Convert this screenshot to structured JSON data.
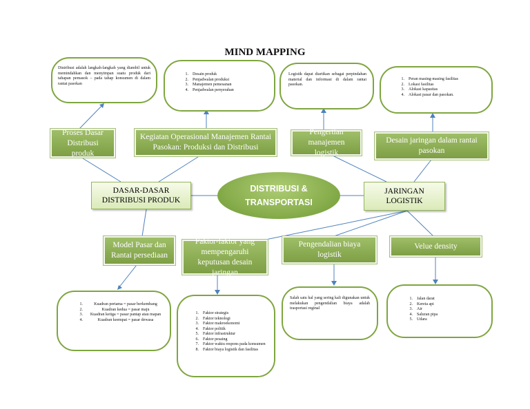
{
  "title": "MIND MAPPING",
  "center": {
    "line1": "DISTRIBUSI &",
    "line2": "TRANSPORTASI"
  },
  "categories": {
    "left": "DASAR-DASAR DISTRIBUSI PRODUK",
    "right": "JARINGAN LOGISTIK"
  },
  "branches": {
    "proses": "Proses Dasar Distribusi produk",
    "kegiatan": "Kegiatan Operasional Manajemen Rantai Pasokan: Produksi dan Distribusi",
    "pengertian": "Pengertian manajemen logistik",
    "desain": "Desain jaringan dalam rantai pasokan",
    "model": "Model Pasar dan Rantai persediaan",
    "faktor": "Faktor-faktor yang mempengaruhi keputusan desain jaringan",
    "pengendalian": "Pengendalian biaya logistik",
    "velue": "Velue density"
  },
  "notes": {
    "proses": "Distribusi adalah langkah-langkah yang diambil untuk memindahkan dan menyimpan suatu produk dari tahapan pemasok – pada tahap konsumen di dalam rantai pasokan",
    "kegiatan": [
      "Desain produk",
      "Penjadwalan produksi",
      "Manajemen pemesanan",
      "Penjadwalan penyerahan"
    ],
    "pengertian": "Logistik dapat diartikan sebagai perpindahan material dan informasi di dalam rantai pasokan.",
    "desain": [
      "Peran masing-masing fasilitas",
      "Lokasi fasilitas",
      "Alokasi kapasitas",
      "Alokasi pasar dan pasokan."
    ],
    "model": [
      "Kuadran pertama = pasar berkembang",
      "Kuadran kedua = pasar maju",
      "Kuadran ketiga = pasar pantap atau mapan",
      "Kuadran keempat = pasar dewasa"
    ],
    "faktor": [
      "Faktor strategis",
      "Faktor teknologi",
      "Faktor makroekonomi",
      "Faktor politik",
      "Faktor infrastruktur",
      "Faktor pesaing",
      "Faktor waktu respons pada konsumen",
      "Faktor biaya logistik dan fasilitas"
    ],
    "pengendalian": "Salah satu hal yang sering kali digunakan untuk melakukan pengendalian biaya adalah trasportasi reginal",
    "velue": [
      "Jalan darat",
      "Kereta api",
      "Air",
      "Saluran pipa",
      "Udara"
    ]
  }
}
